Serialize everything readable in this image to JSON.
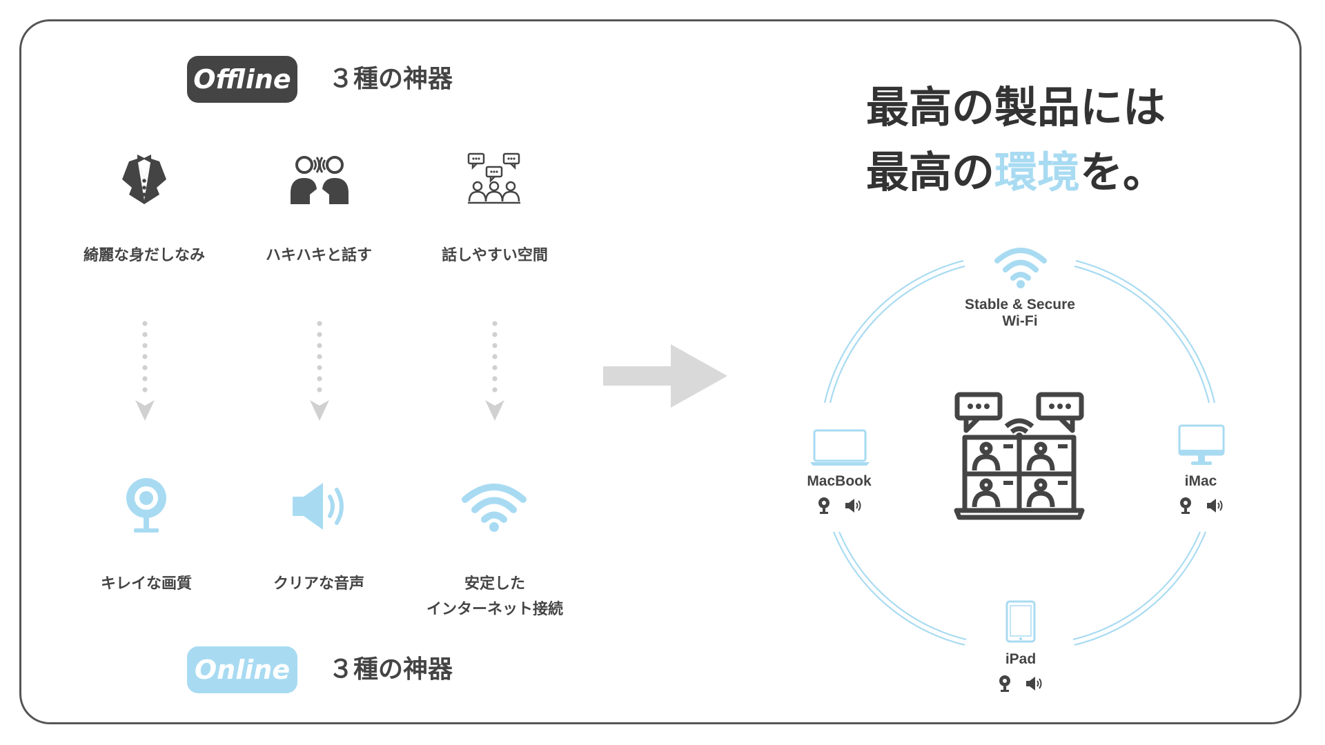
{
  "colors": {
    "dark": "#444444",
    "accent": "#a8dbf2",
    "arrow_gray": "#d9d9d9",
    "frame": "#555555"
  },
  "offline": {
    "badge": "Offline",
    "heading": "３種の神器",
    "items": [
      {
        "icon": "tuxedo-icon",
        "label": "綺麗な身だしなみ"
      },
      {
        "icon": "two-people-talking-icon",
        "label": "ハキハキと話す"
      },
      {
        "icon": "meeting-room-icon",
        "label": "話しやすい空間"
      }
    ]
  },
  "online": {
    "badge": "Online",
    "heading": "３種の神器",
    "items": [
      {
        "icon": "webcam-icon",
        "label": "キレイな画質",
        "label2": ""
      },
      {
        "icon": "speaker-icon",
        "label": "クリアな音声",
        "label2": ""
      },
      {
        "icon": "wifi-icon",
        "label": "安定した",
        "label2": "インターネット接続"
      }
    ]
  },
  "headline": {
    "line1": "最高の製品には",
    "line2_prefix": "最高の",
    "line2_accent": "環境",
    "line2_suffix": "を。"
  },
  "cycle": {
    "wifi_line1": "Stable & Secure",
    "wifi_line2": "Wi-Fi",
    "center_icon": "video-conference-icon",
    "devices": [
      {
        "name": "MacBook",
        "icon": "laptop-icon"
      },
      {
        "name": "iMac",
        "icon": "monitor-icon"
      },
      {
        "name": "iPad",
        "icon": "tablet-icon"
      }
    ]
  }
}
